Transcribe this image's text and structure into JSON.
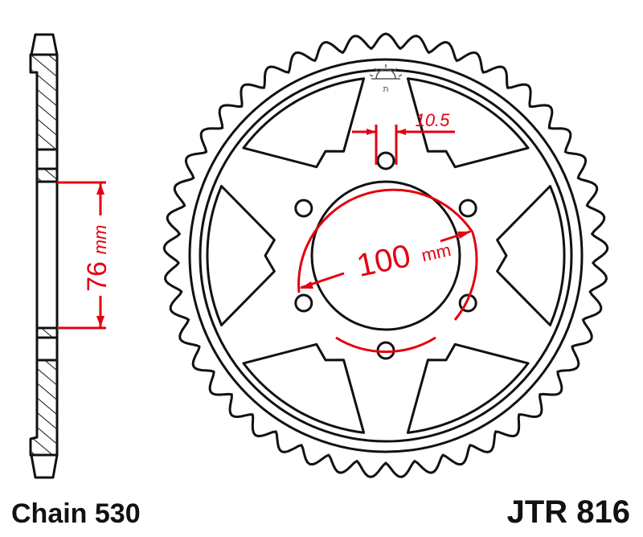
{
  "chain_label": "Chain 530",
  "part_number": "JTR 816",
  "dimensions": {
    "center_bore": "76",
    "center_bore_unit": "mm",
    "bolt_circle": "100",
    "bolt_circle_unit": "mm",
    "bolt_hole": "10.5"
  },
  "sprocket": {
    "teeth": 45,
    "bolt_holes": 6,
    "windows": 6
  },
  "colors": {
    "outline": "#111111",
    "dimension": "#e3000f",
    "background": "#ffffff"
  }
}
